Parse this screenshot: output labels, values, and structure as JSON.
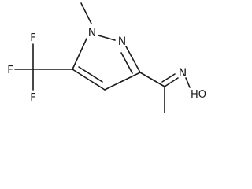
{
  "molecule": {
    "atoms": {
      "n1": "N",
      "n2": "N",
      "f_top": "F",
      "f_left": "F",
      "f_bottom": "F",
      "n_oxime": "N",
      "oh": "HO"
    }
  },
  "colors": {
    "ink": "#1a1a1a",
    "background": "#ffffff"
  }
}
